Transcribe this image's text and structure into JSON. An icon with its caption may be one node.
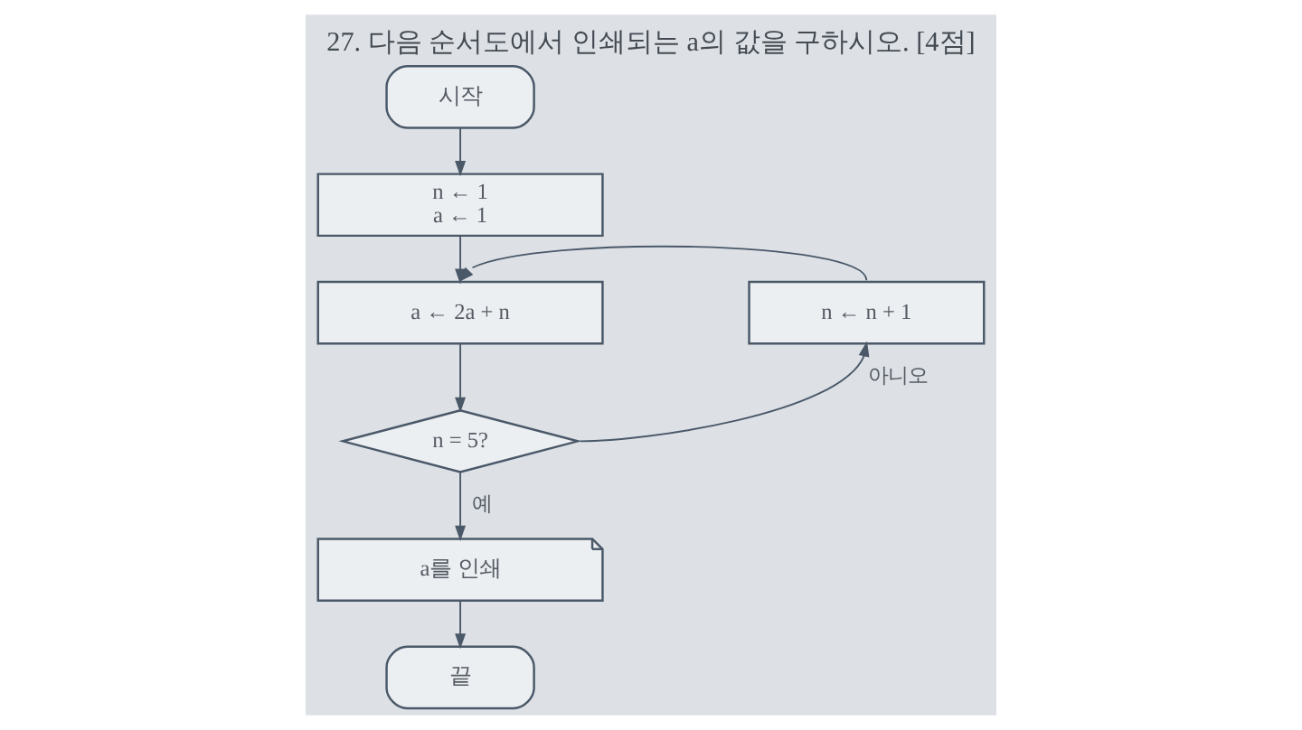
{
  "diagram": {
    "title": "27. 다음 순서도에서 인쇄되는 a의 값을 구하시오. [4점]",
    "nodes": [
      {
        "text": [
          "시작"
        ]
      },
      {
        "text": [
          "n ← 1",
          "a ← 1"
        ]
      },
      {
        "text": [
          "a ← 2a + n"
        ]
      },
      {
        "text": [
          "n = 5?"
        ]
      },
      {
        "text": [
          "n ← n + 1"
        ]
      },
      {
        "text": [
          "a를 인쇄"
        ]
      },
      {
        "text": [
          "끝"
        ]
      }
    ],
    "edges": [
      {
        "from": 0,
        "to": 1,
        "arrow": "to"
      },
      {
        "from": 1,
        "to": 2,
        "arrow": "to"
      },
      {
        "from": 2,
        "to": 3,
        "arrow": "to"
      },
      {
        "from": 3,
        "to": 4,
        "arrow": "to",
        "label": "아니오"
      },
      {
        "from": 4,
        "to": 2,
        "arrow": "to"
      },
      {
        "from": 3,
        "to": 5,
        "arrow": "to",
        "label": "예"
      },
      {
        "from": 5,
        "to": 6,
        "arrow": "to"
      }
    ]
  }
}
